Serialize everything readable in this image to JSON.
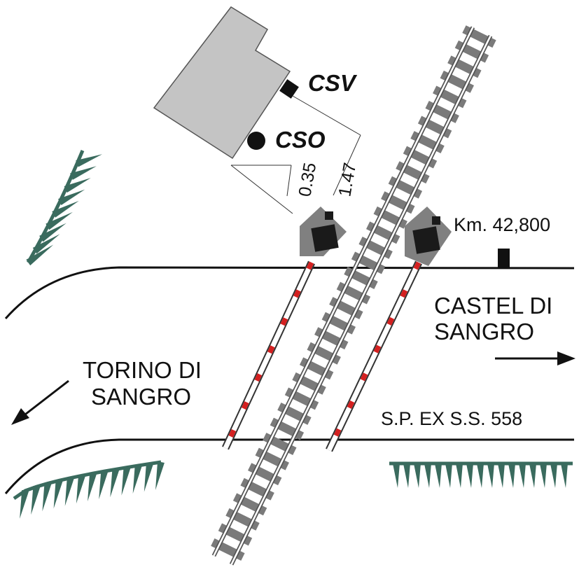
{
  "labels": {
    "csv": "CSV",
    "cso": "CSO",
    "dim_small": "0.35",
    "dim_large": "1.47",
    "km": "Km. 42,800",
    "castel_line1": "CASTEL DI",
    "castel_line2": "SANGRO",
    "torino_line1": "TORINO DI",
    "torino_line2": "SANGRO",
    "road": "S.P. EX S.S. 558"
  },
  "colors": {
    "building": "#c4c4c4",
    "signal_box": "#808080",
    "signal_head": "#1a1a1a",
    "barrier_red": "#d42020",
    "vegetation": "#3a6b5e",
    "rail": "#8a8a8a",
    "sleeper": "#7a7a7a"
  }
}
